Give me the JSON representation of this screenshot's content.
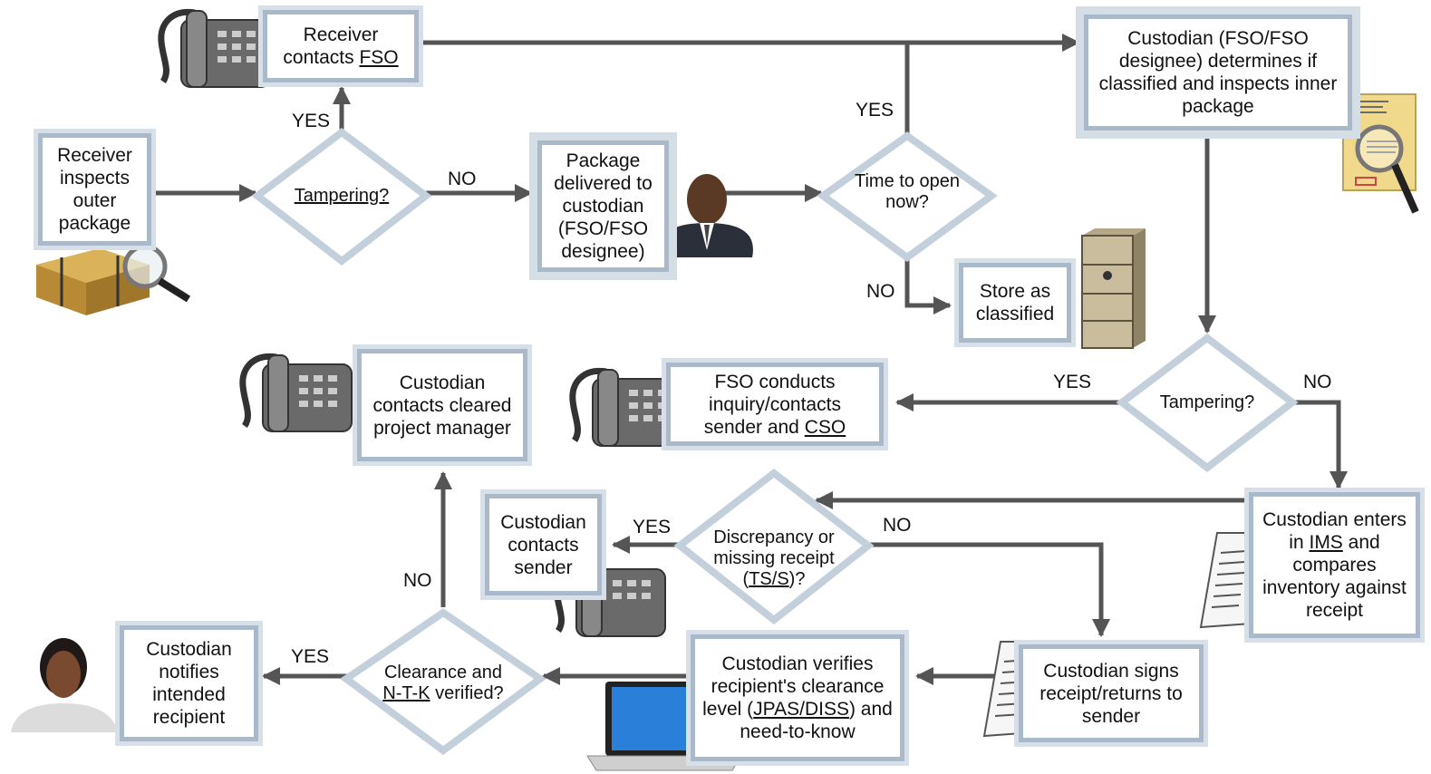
{
  "boxes": {
    "receiver_contacts": {
      "text": "Receiver contacts ",
      "link": "FSO"
    },
    "receiver_inspects": {
      "text": "Receiver inspects outer package"
    },
    "package_delivered": {
      "text": "Package delivered to custodian (FSO/FSO designee)"
    },
    "custodian_determines": {
      "text": "Custodian (FSO/FSO designee) determines if classified and inspects inner package"
    },
    "store_classified": {
      "text": "Store as classified"
    },
    "custodian_contacts_pm": {
      "text": "Custodian contacts cleared project manager"
    },
    "fso_conducts": {
      "text": "FSO conducts inquiry/contacts sender and ",
      "link": "CSO"
    },
    "custodian_contacts_sender": {
      "text": "Custodian contacts sender"
    },
    "custodian_enters": {
      "pre": "Custodian enters in ",
      "link": "IMS",
      "post": " and compares inventory against receipt"
    },
    "custodian_notifies": {
      "text": "Custodian notifies intended recipient"
    },
    "custodian_verifies": {
      "pre": "Custodian verifies recipient's clearance level (",
      "link": "JPAS/DISS",
      "post": ") and need-to-know"
    },
    "custodian_signs": {
      "text": "Custodian signs receipt/returns to sender"
    }
  },
  "decisions": {
    "tampering1": {
      "link": "Tampering?"
    },
    "time_to_open": {
      "text": "Time to open now?"
    },
    "tampering2": {
      "text": "Tampering?"
    },
    "discrepancy": {
      "pre": "Discrepancy or missing receipt (",
      "link": "TS/S",
      "post": ")?"
    },
    "clearance": {
      "pre": "Clearance and ",
      "link": "N-T-K",
      "post": " verified?"
    }
  },
  "labels": {
    "yes": "YES",
    "no": "NO"
  },
  "colors": {
    "arrow": "#555555",
    "box_border": "#a9b9c9",
    "box_glow": "#d7e0e9",
    "diamond_border": "#c3d0dc"
  }
}
